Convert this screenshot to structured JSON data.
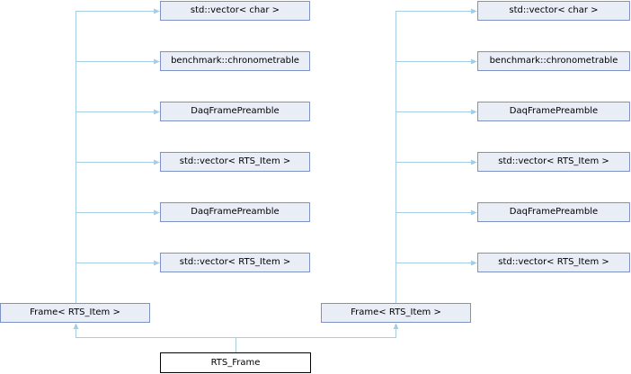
{
  "diagram_type": "class-collaboration-graph",
  "colors": {
    "node_fill": "#e9edf6",
    "node_border": "#7e93c4",
    "edge": "#a6cde4",
    "root_fill": "#ffffff",
    "root_border": "#000000",
    "text": "#000000"
  },
  "nodes": {
    "left_column": [
      "std::vector< char >",
      "benchmark::chronometrable",
      "DaqFramePreamble",
      "std::vector< RTS_Item >",
      "DaqFramePreamble",
      "std::vector< RTS_Item >"
    ],
    "right_column": [
      "std::vector< char >",
      "benchmark::chronometrable",
      "DaqFramePreamble",
      "std::vector< RTS_Item >",
      "DaqFramePreamble",
      "std::vector< RTS_Item >"
    ],
    "left_parent": "Frame< RTS_Item >",
    "right_parent": "Frame< RTS_Item >",
    "root": "RTS_Frame"
  }
}
